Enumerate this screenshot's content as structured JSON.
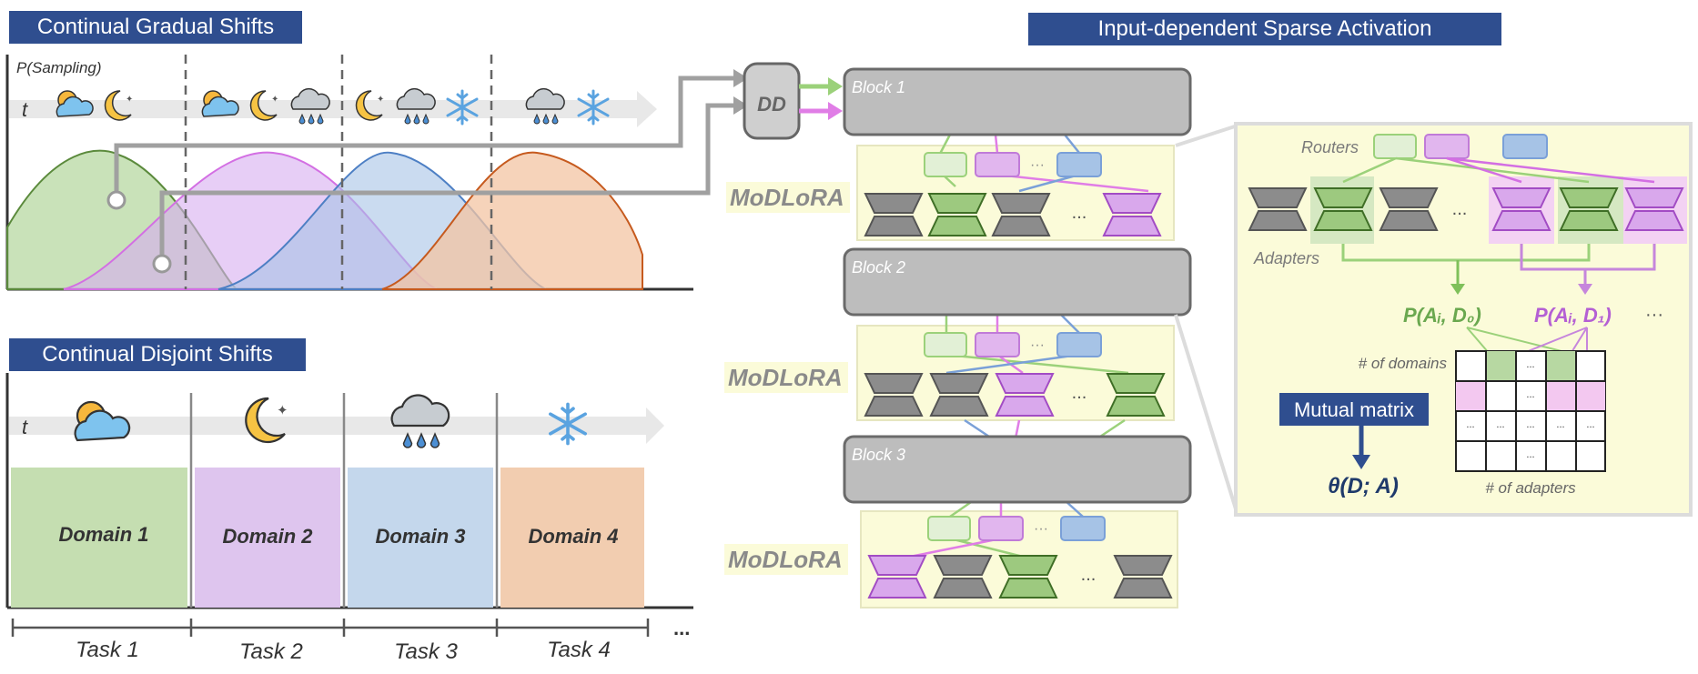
{
  "left_top": {
    "title": "Continual Gradual Shifts",
    "y_label": "P(Sampling)",
    "time_label": "t"
  },
  "left_bottom": {
    "title": "Continual Disjoint Shifts",
    "time_label": "t",
    "domains": [
      "Domain 1",
      "Domain 2",
      "Domain 3",
      "Domain 4"
    ],
    "tasks": [
      "Task 1",
      "Task 2",
      "Task 3",
      "Task 4"
    ],
    "ellipsis": "..."
  },
  "middle": {
    "dd_label": "DD",
    "blocks": [
      "Block 1",
      "Block 2",
      "Block 3"
    ],
    "modlora_label": "MoDLoRA",
    "ellipsis": "...",
    "router_ellipsis": "···"
  },
  "right": {
    "title": "Input-dependent Sparse Activation",
    "routers_label": "Routers",
    "adapters_label": "Adapters",
    "p_d0": "P(Aᵢ, D₀)",
    "p_d1": "P(Aᵢ, D₁)",
    "p_more": "···",
    "domains_count_label": "# of domains",
    "adapters_count_label": "# of adapters",
    "mutual_matrix_label": "Mutual matrix",
    "theta_label": "θ(D; A)",
    "matrix_ellipsis": "..."
  },
  "colors": {
    "header_blue": "#2f4e8f",
    "green": "#9dc97f",
    "green_dark": "#5b8a3c",
    "purple": "#d7aef0",
    "purple_dark": "#b45fd4",
    "blue": "#a6c3e6",
    "blue_dark": "#4d7fc4",
    "orange": "#f3c4a3",
    "orange_dark": "#c65a1e",
    "gray_block": "#bdbdbd",
    "yellow_panel": "#fbfbd9"
  }
}
